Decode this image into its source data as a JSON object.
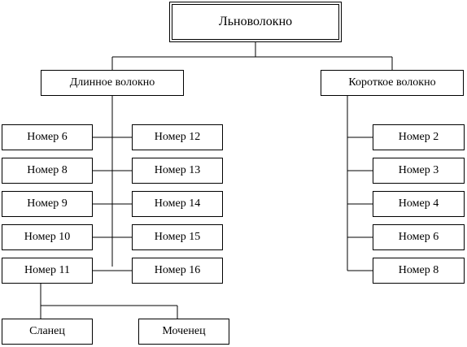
{
  "root": {
    "label": "Льноволокно"
  },
  "long": {
    "label": "Длинное волокно",
    "left_column": [
      "Номер 6",
      "Номер 8",
      "Номер 9",
      "Номер 10",
      "Номер 11"
    ],
    "right_column": [
      "Номер 12",
      "Номер 13",
      "Номер 14",
      "Номер 15",
      "Номер 16"
    ],
    "sub": [
      "Сланец",
      "Моченец"
    ]
  },
  "short": {
    "label": "Короткое волокно",
    "items": [
      "Номер 2",
      "Номер 3",
      "Номер 4",
      "Номер 6",
      "Номер 8"
    ]
  }
}
